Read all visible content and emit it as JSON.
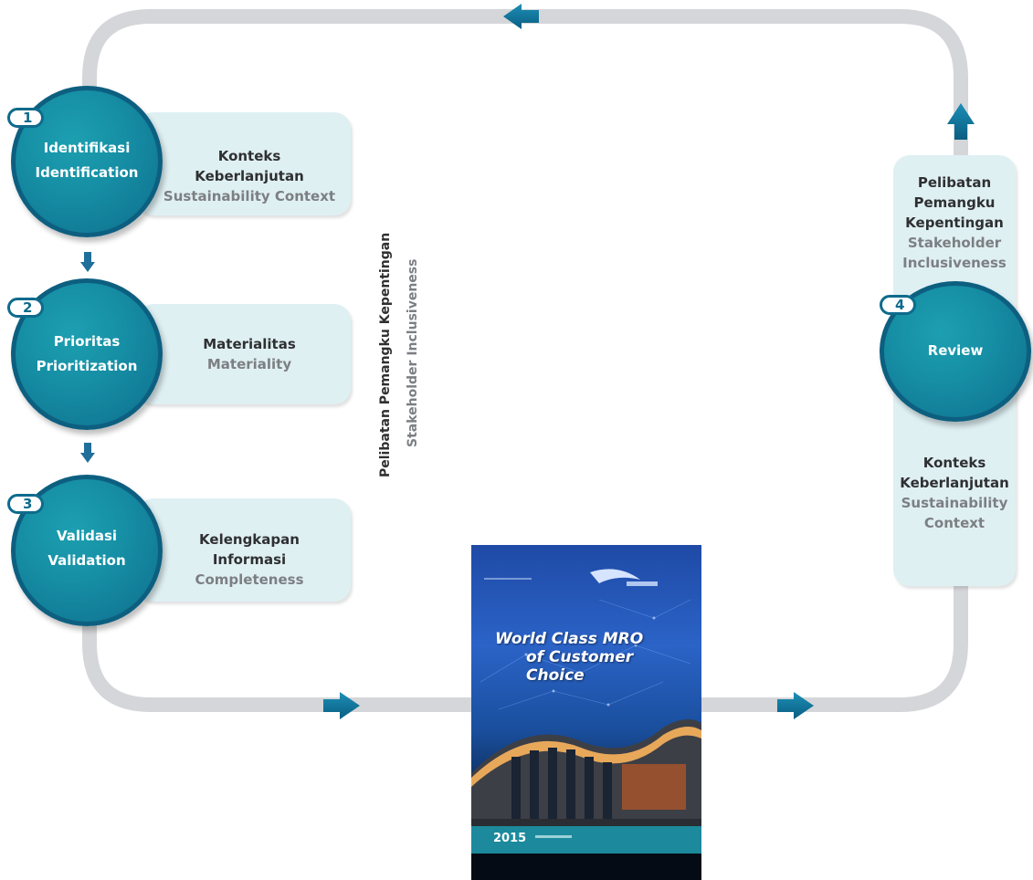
{
  "steps": [
    {
      "number": "1",
      "title_id": "Identifikasi",
      "title_en": "Identification",
      "panel_id": "Konteks Keberlanjutan",
      "panel_en": "Sustainability Context"
    },
    {
      "number": "2",
      "title_id": "Prioritas",
      "title_en": "Prioritization",
      "panel_id": "Materialitas",
      "panel_en": "Materiality"
    },
    {
      "number": "3",
      "title_id": "Validasi",
      "title_en": "Validation",
      "panel_id": "Kelengkapan Informasi",
      "panel_en": "Completeness"
    }
  ],
  "review": {
    "number": "4",
    "title": "Review",
    "top_id_1": "Pelibatan",
    "top_id_2": "Pemangku",
    "top_id_3": "Kepentingan",
    "top_en_1": "Stakeholder",
    "top_en_2": "Inclusiveness",
    "bottom_id_1": "Konteks",
    "bottom_id_2": "Keberlanjutan",
    "bottom_en_1": "Sustainability",
    "bottom_en_2": "Context"
  },
  "center_label": {
    "id": "Pelibatan Pemangku Kepentingan",
    "en": "Stakeholder Inclusiveness"
  },
  "cover": {
    "headline_1": "World Class MRO",
    "headline_2": "of Customer Choice",
    "year": "2015"
  },
  "colors": {
    "loop": "#d4d6d9",
    "arrow": "#0e6f95",
    "circle": "#168fa5",
    "panel": "#dff0f3"
  }
}
